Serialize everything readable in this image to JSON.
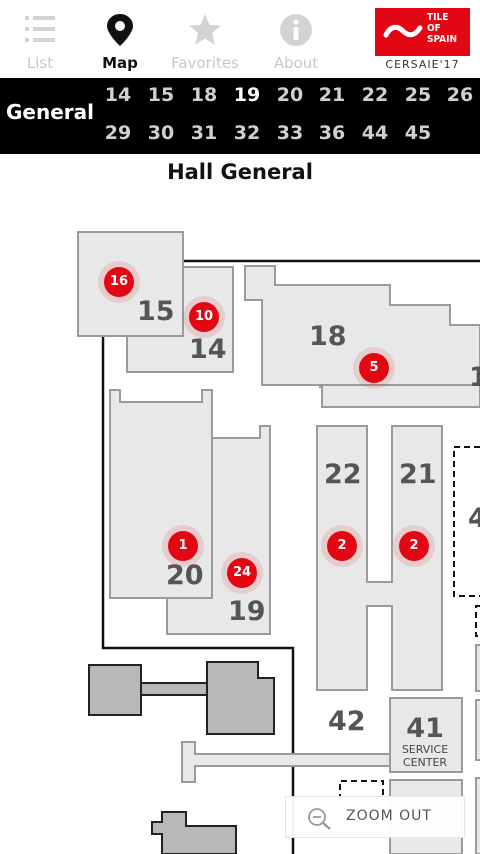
{
  "tabs": [
    {
      "label": "List",
      "icon": "list-icon",
      "active": false
    },
    {
      "label": "Map",
      "icon": "map-pin-icon",
      "active": true
    },
    {
      "label": "Favorites",
      "icon": "star-icon",
      "active": false
    },
    {
      "label": "About",
      "icon": "info-icon",
      "active": false
    }
  ],
  "logo": {
    "line1": "TILE",
    "line2": "OF",
    "line3": "SPAIN",
    "sub": "CERSAIE'17",
    "color": "#e30613"
  },
  "hall_selector": {
    "current": "General",
    "row1": [
      "14",
      "15",
      "18",
      "19",
      "20",
      "21",
      "22",
      "25",
      "26"
    ],
    "row2": [
      "29",
      "30",
      "31",
      "32",
      "33",
      "36",
      "44",
      "45"
    ],
    "selected": "19"
  },
  "page_title": "Hall General",
  "map": {
    "halls": [
      "15",
      "14",
      "18",
      "1",
      "20",
      "19",
      "22",
      "21",
      "42",
      "4"
    ],
    "pins": [
      "16",
      "10",
      "5",
      "1",
      "24",
      "2",
      "2"
    ],
    "service": {
      "number": "41",
      "label_line1": "SERVICE",
      "label_line2": "CENTER"
    }
  },
  "zoom": {
    "label": "ZOOM OUT",
    "icon": "zoom-out-icon"
  }
}
